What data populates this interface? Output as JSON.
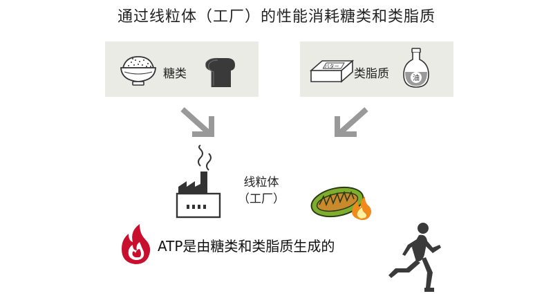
{
  "title": "通过线粒体（工厂）的性能消耗糖类和类脂质",
  "carbs": {
    "label": "糖类",
    "icons": [
      "rice-bowl-icon",
      "bread-loaf-icon"
    ]
  },
  "lipids": {
    "label": "类脂质",
    "icons": [
      "butter-icon",
      "oil-bottle-icon"
    ],
    "butter_text": "バター",
    "oil_text": "油"
  },
  "mitochondria": {
    "line1": "线粒体",
    "line2": "（工厂）"
  },
  "atp": {
    "text": "ATP是由糖类和类脂质生成的"
  },
  "colors": {
    "panel": "#ebebe6",
    "arrow": "#999999",
    "icon_dark": "#333333",
    "flame_red": "#c8102e",
    "mito_green": "#7fae2e",
    "fire_orange": "#f08a1c"
  }
}
